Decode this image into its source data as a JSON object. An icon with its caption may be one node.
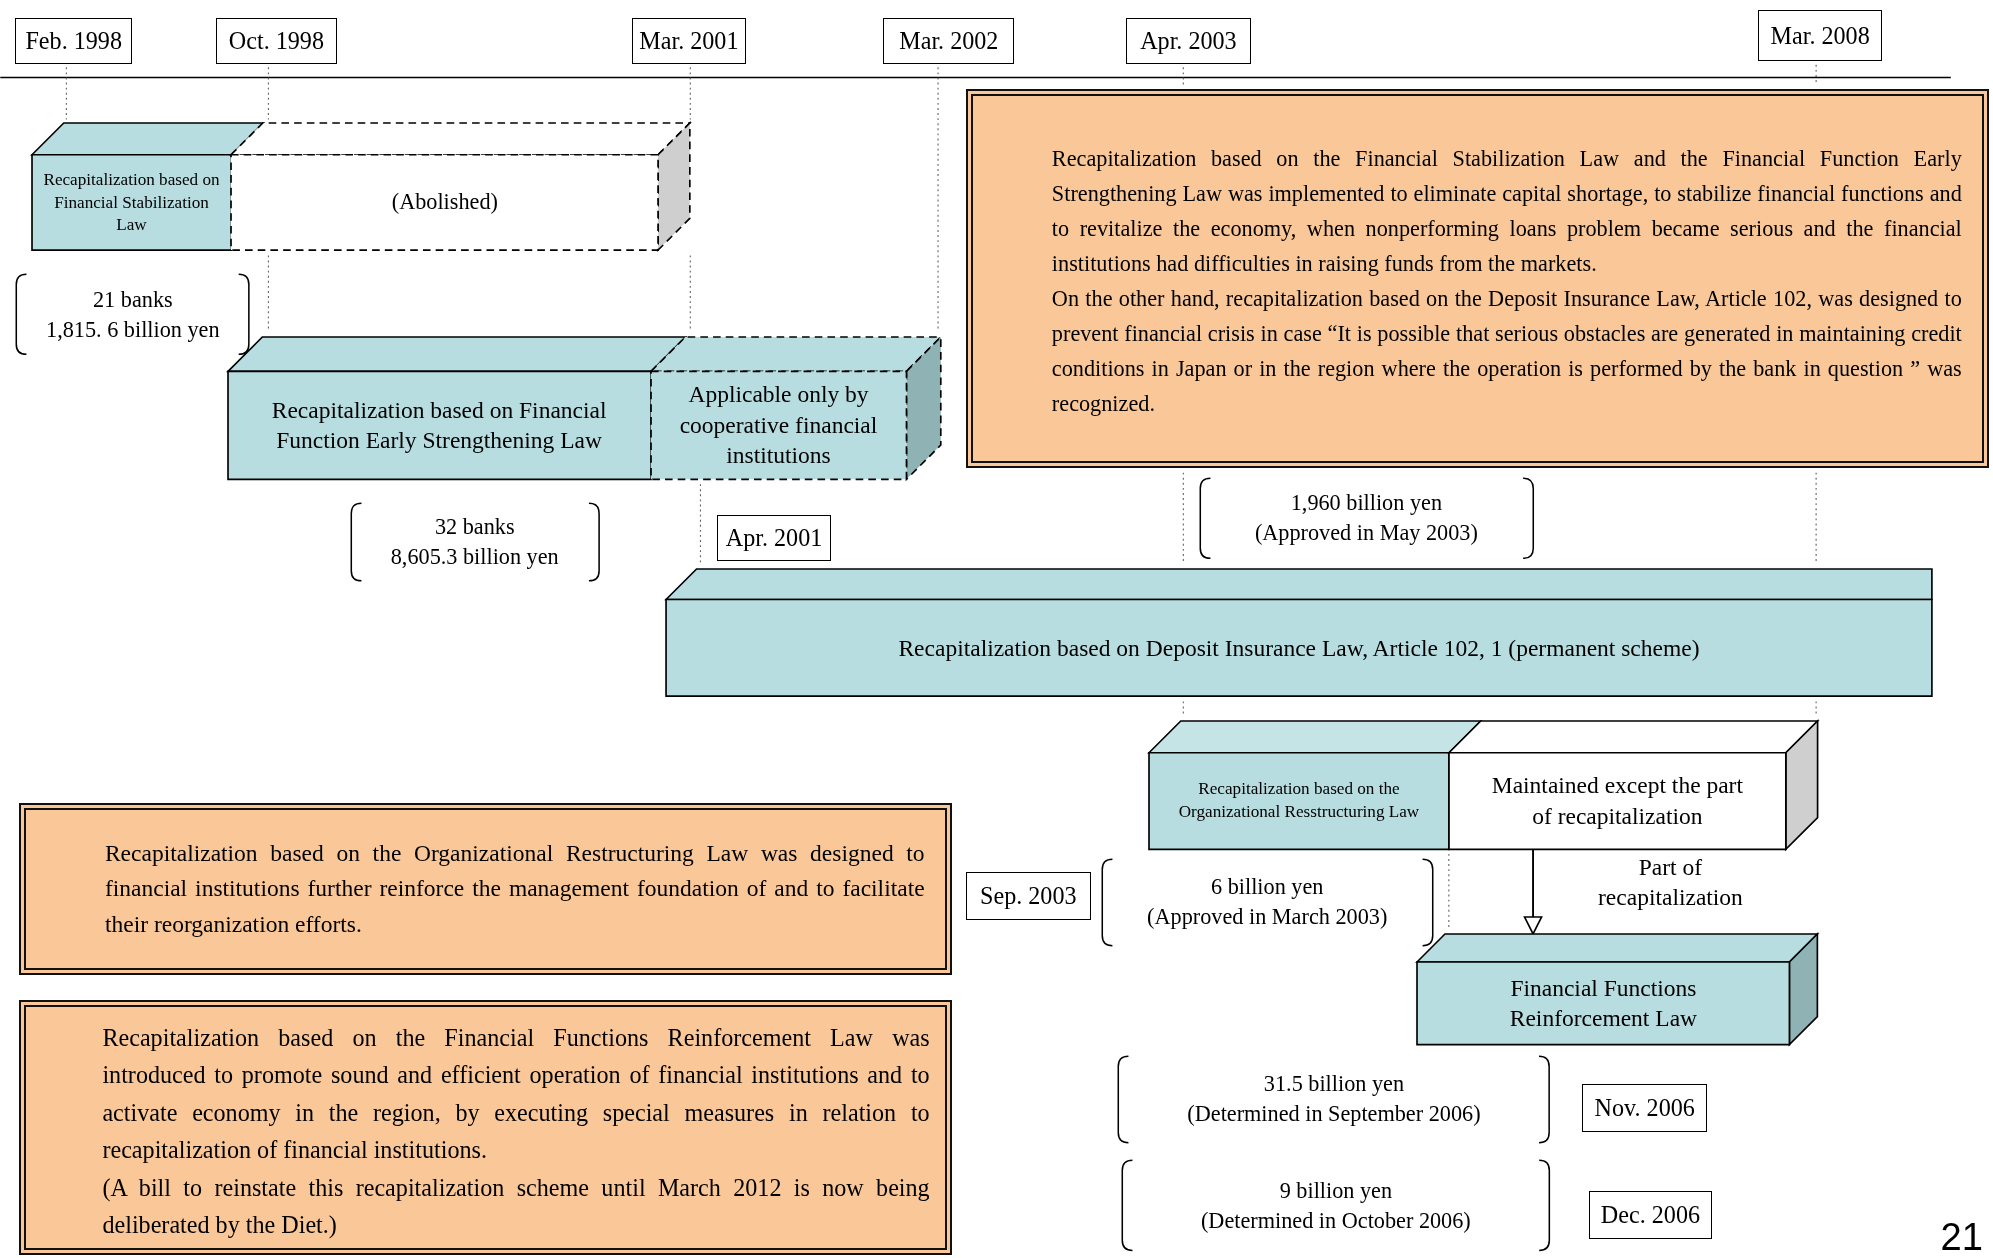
{
  "diagram": {
    "nodes": [
      {
        "text": [
          "Feb. 1998"
        ]
      },
      {
        "text": [
          "Oct. 1998"
        ]
      },
      {
        "text": [
          "Mar. 2001"
        ]
      },
      {
        "text": [
          "Mar. 2002"
        ]
      },
      {
        "text": [
          "Apr. 2003"
        ]
      },
      {
        "text": [
          "Mar. 2008"
        ]
      },
      {
        "text": [
          "Recapitalization based on the Financial Stabilization Law and the Financial Function Early Strengthening Law was implemented to eliminate capital shortage, to stabilize financial functions and to revitalize the economy, when nonperforming loans problem became serious and the financial institutions had difficulties in raising funds from the markets.",
          "On the other hand, recapitalization based on the Deposit Insurance Law, Article 102, was designed to prevent financial crisis in case “It is possible that serious obstacles are generated in maintaining credit conditions in Japan or in the region where the operation is performed by the bank in question ” was recognized."
        ]
      },
      {
        "text": [
          "Recapitalization based on Financial Stabilization Law"
        ]
      },
      {
        "text": [
          "(Abolished)"
        ]
      },
      {
        "text": [
          "21 banks",
          "1,815. 6 billion yen"
        ]
      },
      {
        "text": [
          "Recapitalization based on Financial Function Early Strengthening Law"
        ]
      },
      {
        "text": [
          "Applicable only by cooperative financial institutions"
        ]
      },
      {
        "text": [
          "1,960 billion yen",
          "(Approved in May 2003)"
        ]
      },
      {
        "text": [
          "32 banks",
          "8,605.3 billion yen"
        ]
      },
      {
        "text": [
          "Apr. 2001"
        ]
      },
      {
        "text": [
          "Recapitalization based on Deposit Insurance Law, Article 102, 1 (permanent scheme)"
        ]
      },
      {
        "text": [
          "Recapitalization based on the Organizational Resstructuring Law"
        ]
      },
      {
        "text": [
          "Maintained except the part of recapitalization"
        ]
      },
      {
        "text": [
          "Recapitalization based on the Organizational Restructuring Law was designed to financial institutions further reinforce the management foundation of and to facilitate their reorganization efforts."
        ]
      },
      {
        "text": [
          "Sep. 2003"
        ]
      },
      {
        "text": [
          "6 billion yen",
          "(Approved in March 2003)"
        ]
      },
      {
        "text": [
          "Financial Functions Reinforcement Law"
        ]
      },
      {
        "text": [
          "Recapitalization based on the Financial Functions Reinforcement Law was introduced to promote sound and efficient operation of financial institutions and to activate economy in the region, by executing special measures in relation to recapitalization of financial institutions.",
          "(A bill to reinstate this recapitalization scheme until March 2012 is now being deliberated by the Diet.)"
        ]
      },
      {
        "text": [
          "31.5 billion yen",
          "(Determined in September 2006)"
        ]
      },
      {
        "text": [
          "Nov. 2006"
        ]
      },
      {
        "text": [
          "9 billion yen",
          "(Determined in October 2006)"
        ]
      },
      {
        "text": [
          "Dec. 2006"
        ]
      }
    ],
    "edges": [
      {
        "from": 17,
        "to": 21,
        "arrow": "to",
        "label": "Part of recapitalization"
      }
    ],
    "labels": [
      "21"
    ]
  }
}
